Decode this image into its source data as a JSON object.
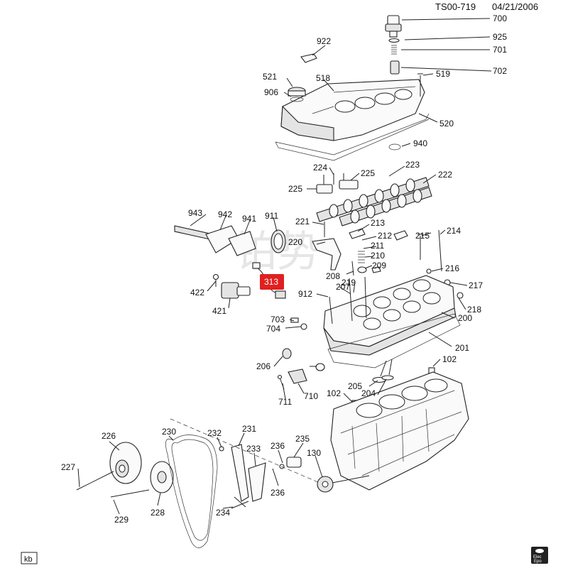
{
  "header": {
    "code": "TS00-719",
    "date": "04/21/2006"
  },
  "watermark": "铂势",
  "footer": {
    "left_tag": "kb",
    "logo_text": [
      "Elec",
      "Epo"
    ]
  },
  "highlight_color": "#e02020",
  "highlighted_part": "313",
  "parts": [
    {
      "id": "700"
    },
    {
      "id": "925"
    },
    {
      "id": "701"
    },
    {
      "id": "702"
    },
    {
      "id": "519"
    },
    {
      "id": "922"
    },
    {
      "id": "521"
    },
    {
      "id": "518"
    },
    {
      "id": "906"
    },
    {
      "id": "520"
    },
    {
      "id": "940"
    },
    {
      "id": "224"
    },
    {
      "id": "225a",
      "label": "225"
    },
    {
      "id": "223"
    },
    {
      "id": "222"
    },
    {
      "id": "225b",
      "label": "225"
    },
    {
      "id": "943"
    },
    {
      "id": "942"
    },
    {
      "id": "941"
    },
    {
      "id": "911"
    },
    {
      "id": "221"
    },
    {
      "id": "213"
    },
    {
      "id": "212"
    },
    {
      "id": "215"
    },
    {
      "id": "214"
    },
    {
      "id": "220"
    },
    {
      "id": "211"
    },
    {
      "id": "210"
    },
    {
      "id": "209"
    },
    {
      "id": "216"
    },
    {
      "id": "313"
    },
    {
      "id": "208"
    },
    {
      "id": "217"
    },
    {
      "id": "422"
    },
    {
      "id": "207"
    },
    {
      "id": "219"
    },
    {
      "id": "912"
    },
    {
      "id": "218"
    },
    {
      "id": "421"
    },
    {
      "id": "200"
    },
    {
      "id": "703"
    },
    {
      "id": "704"
    },
    {
      "id": "201"
    },
    {
      "id": "102a",
      "label": "102"
    },
    {
      "id": "206"
    },
    {
      "id": "205"
    },
    {
      "id": "204"
    },
    {
      "id": "710"
    },
    {
      "id": "102b",
      "label": "102"
    },
    {
      "id": "711"
    },
    {
      "id": "226"
    },
    {
      "id": "230"
    },
    {
      "id": "232"
    },
    {
      "id": "231"
    },
    {
      "id": "235"
    },
    {
      "id": "233"
    },
    {
      "id": "236a",
      "label": "236"
    },
    {
      "id": "130"
    },
    {
      "id": "227"
    },
    {
      "id": "236b",
      "label": "236"
    },
    {
      "id": "234"
    },
    {
      "id": "228"
    },
    {
      "id": "229"
    }
  ]
}
